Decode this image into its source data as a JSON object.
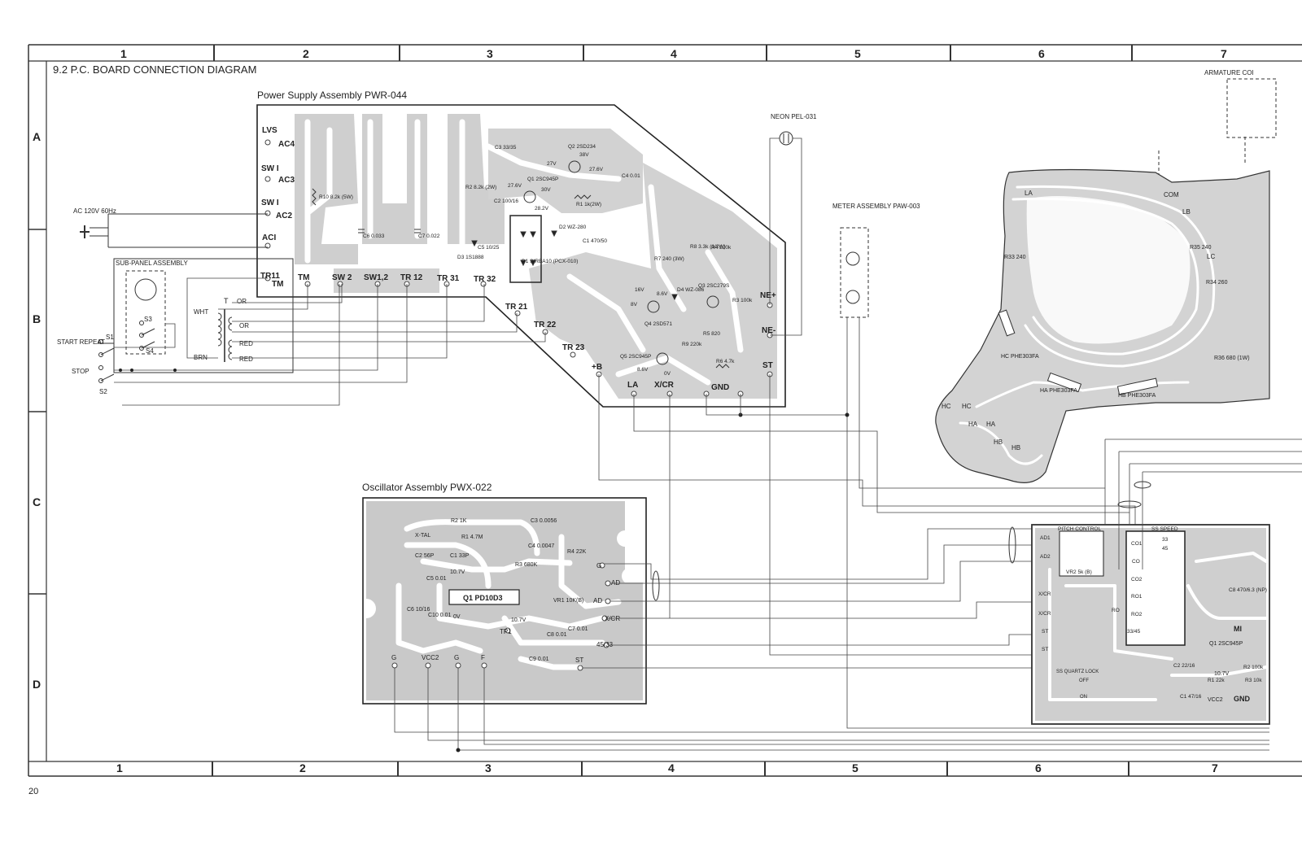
{
  "title": "9.2 P.C. BOARD CONNECTION DIAGRAM",
  "page_number": "20",
  "grid": {
    "columns": [
      "1",
      "2",
      "3",
      "4",
      "5",
      "6",
      "7"
    ],
    "rows": [
      "A",
      "B",
      "C",
      "D"
    ]
  },
  "power_supply": {
    "title": "Power Supply Assembly PWR-044",
    "terminals": [
      "LVS",
      "AC4",
      "SW I",
      "AC3",
      "SW I",
      "AC2",
      "ACI",
      "TR11",
      "TM",
      "TM",
      "SW 2",
      "SW1,2",
      "TR 12",
      "TR 31",
      "TR 32",
      "TR 21",
      "TR 22",
      "TR 23",
      "+B",
      "LA",
      "X/CR",
      "GND",
      "ST",
      "NE+",
      "NE-"
    ],
    "components": [
      "C3 33/35",
      "Q2 2SD234",
      "38V",
      "27V",
      "27.6V",
      "C4 0.01",
      "Q1 2SC945P",
      "27.6V",
      "30V",
      "C2 100/16",
      "28.2V",
      "R1 1k(2W)",
      "R2 8.2k (2W)",
      "R10 8.2k (5W)",
      "C6 0.033",
      "C7 0.022",
      "D2 WZ-280",
      "C1 470/50",
      "C5 10/25",
      "D3 1S1888",
      "D1 SIRBA10 (PCX-010)",
      "R7 240 (3W)",
      "R8 3.3k (1/2W)",
      "R4 220k",
      "16V",
      "8.6V",
      "8V",
      "D4 WZ-086",
      "Q3 2SC279S",
      "R3 100k",
      "Q4 2SD571",
      "R9 220k",
      "R5 820",
      "Q5 2SC945P",
      "8.6V",
      "0V",
      "R6 4.7k"
    ]
  },
  "external": {
    "ac_input": "AC 120V 60Hz",
    "neon": "NEON PEL-031",
    "meter": "METER ASSEMBLY PAW-003",
    "sub_panel": "SUB-PANEL ASSEMBLY",
    "switches": [
      "S1",
      "S2",
      "S3",
      "S4"
    ],
    "start_repeat": "START REPEAT",
    "stop": "STOP",
    "transformer": "T",
    "wires": [
      "WHT",
      "OR",
      "OR",
      "RED",
      "RED",
      "BRN"
    ]
  },
  "oscillator": {
    "title": "Oscillator Assembly PWX-022",
    "components": [
      "R2 1K",
      "C3 0.0056",
      "X-TAL",
      "R1 4.7M",
      "C2 56P",
      "C1 33P",
      "C4 0.0047",
      "R3 680K",
      "R4 22K",
      "10.7V",
      "C5 0.01",
      "C6 10/16",
      "C10 0.01",
      "Q1 PD10D3",
      "VR1 10K(B)",
      "TP1",
      "C8 0.01",
      "C7 0.01",
      "C9 0.01",
      "10.7V",
      "0V"
    ],
    "terminals": [
      "G",
      "AD",
      "AD",
      "X/CR",
      "45/33",
      "G",
      "VCC2",
      "G",
      "F",
      "ST"
    ]
  },
  "motor": {
    "labels": [
      "ARMATURE COI",
      "LA",
      "COM",
      "LB",
      "LC",
      "R33 240",
      "R35 240",
      "R34 260",
      "R36 680 (1W)",
      "HC PHE303FA",
      "HA PHE303FA",
      "HB PHE303FA",
      "HC",
      "HC",
      "HA",
      "HA",
      "HB",
      "HB"
    ],
    "control": [
      "PITCH CONTROL",
      "SS SPEED",
      "33",
      "45",
      "VR2 5k (B)",
      "AD1",
      "AD2",
      "X/CR",
      "X/CR",
      "ST",
      "ST",
      "CO1",
      "CO",
      "CO2",
      "RO1",
      "RO2",
      "33/45",
      "RO",
      "SS QUARTZ LOCK",
      "OFF",
      "ON",
      "Q1 2SC945P",
      "10.7V",
      "C8 470/6.3 (NP)",
      "C2 22/16",
      "R1 22k",
      "R2 100k",
      "R3 10k",
      "C1 47/16",
      "VCC2",
      "GND",
      "MI"
    ]
  }
}
